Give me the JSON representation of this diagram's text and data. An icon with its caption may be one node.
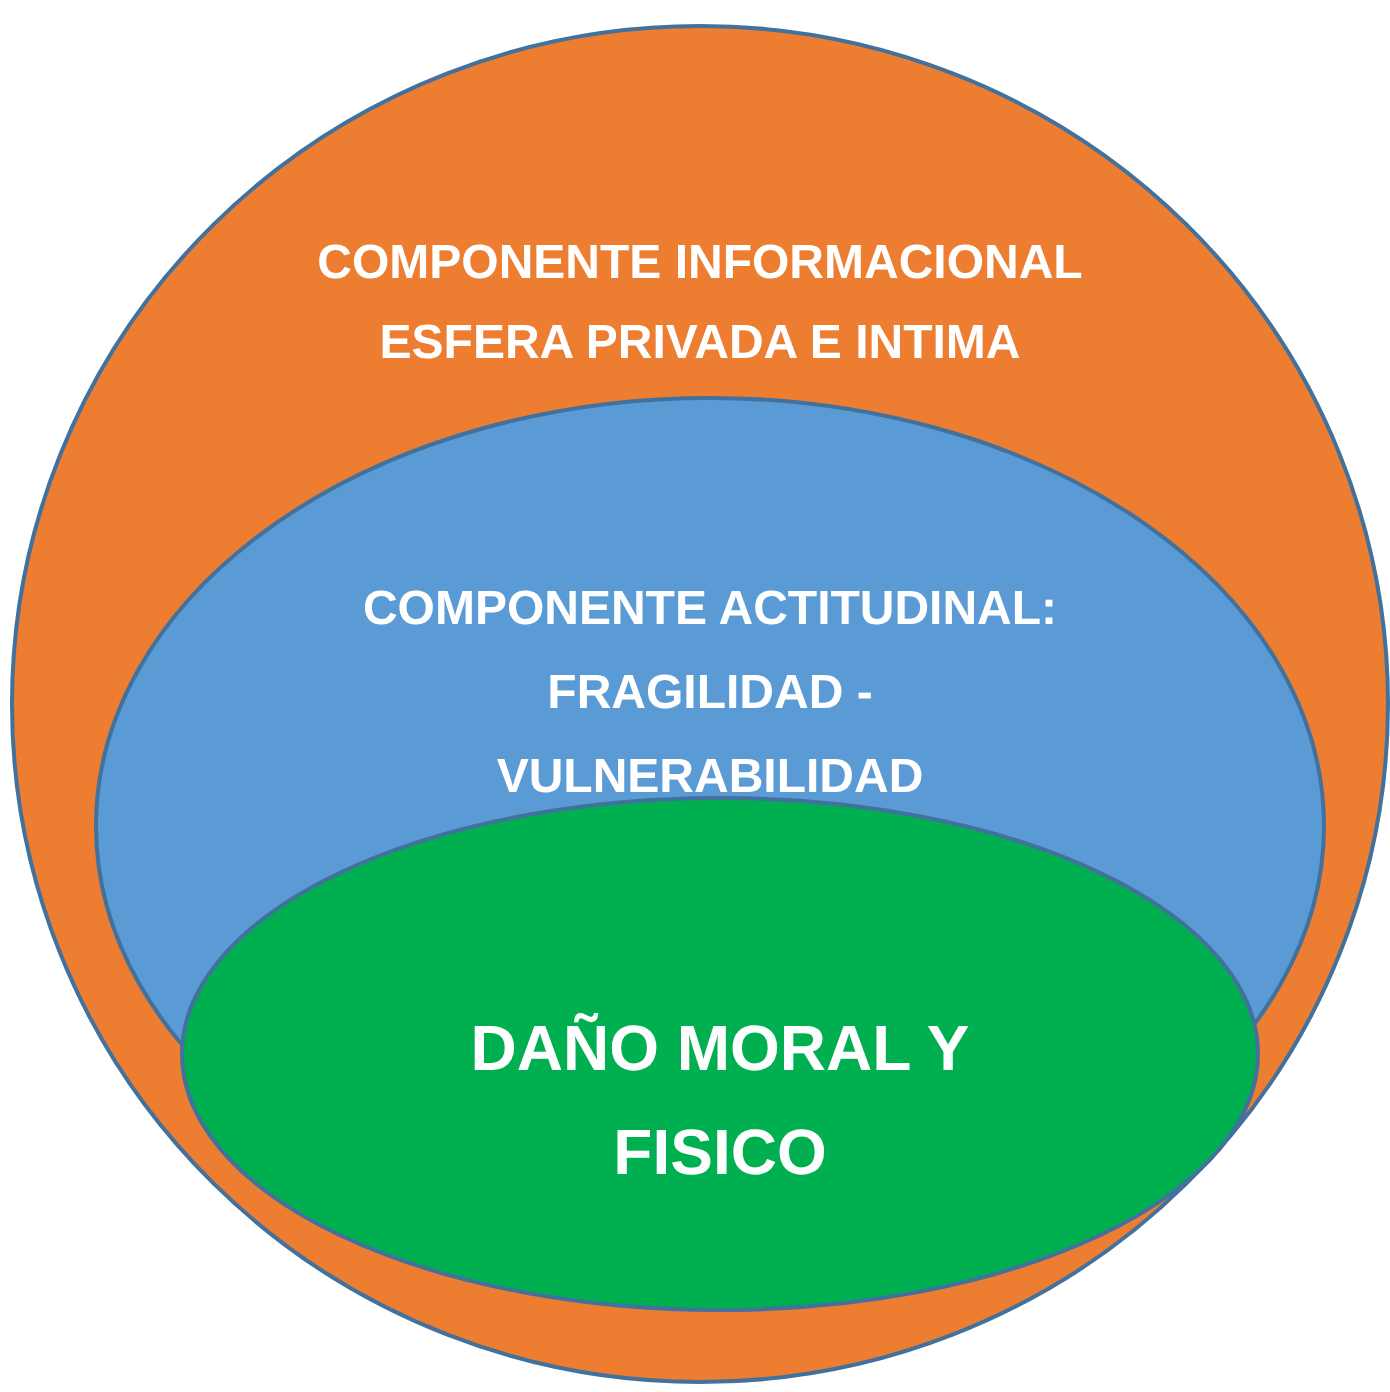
{
  "diagram": {
    "nodes": [
      {
        "text": [
          "COMPONENTE INFORMACIONAL ESFERA PRIVADA E INTIMA"
        ]
      },
      {
        "text": [
          "COMPONENTE ACTITUDINAL: FRAGILIDAD - VULNERABILIDAD"
        ],
        "in": 0
      },
      {
        "text": [
          "DAÑO MORAL Y FISICO"
        ],
        "in": 0
      }
    ]
  }
}
